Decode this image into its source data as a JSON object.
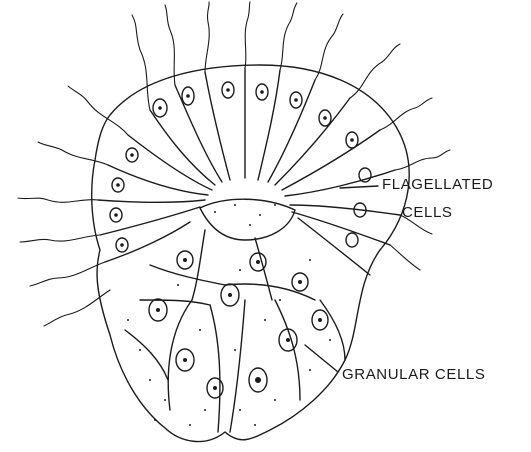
{
  "labels": {
    "flagellated_line1": "FLAGELLATED",
    "flagellated_line2": "CELLS",
    "granular": "GRANULAR CELLS"
  },
  "colors": {
    "ink": "#1b1b1b",
    "background": "#ffffff"
  }
}
